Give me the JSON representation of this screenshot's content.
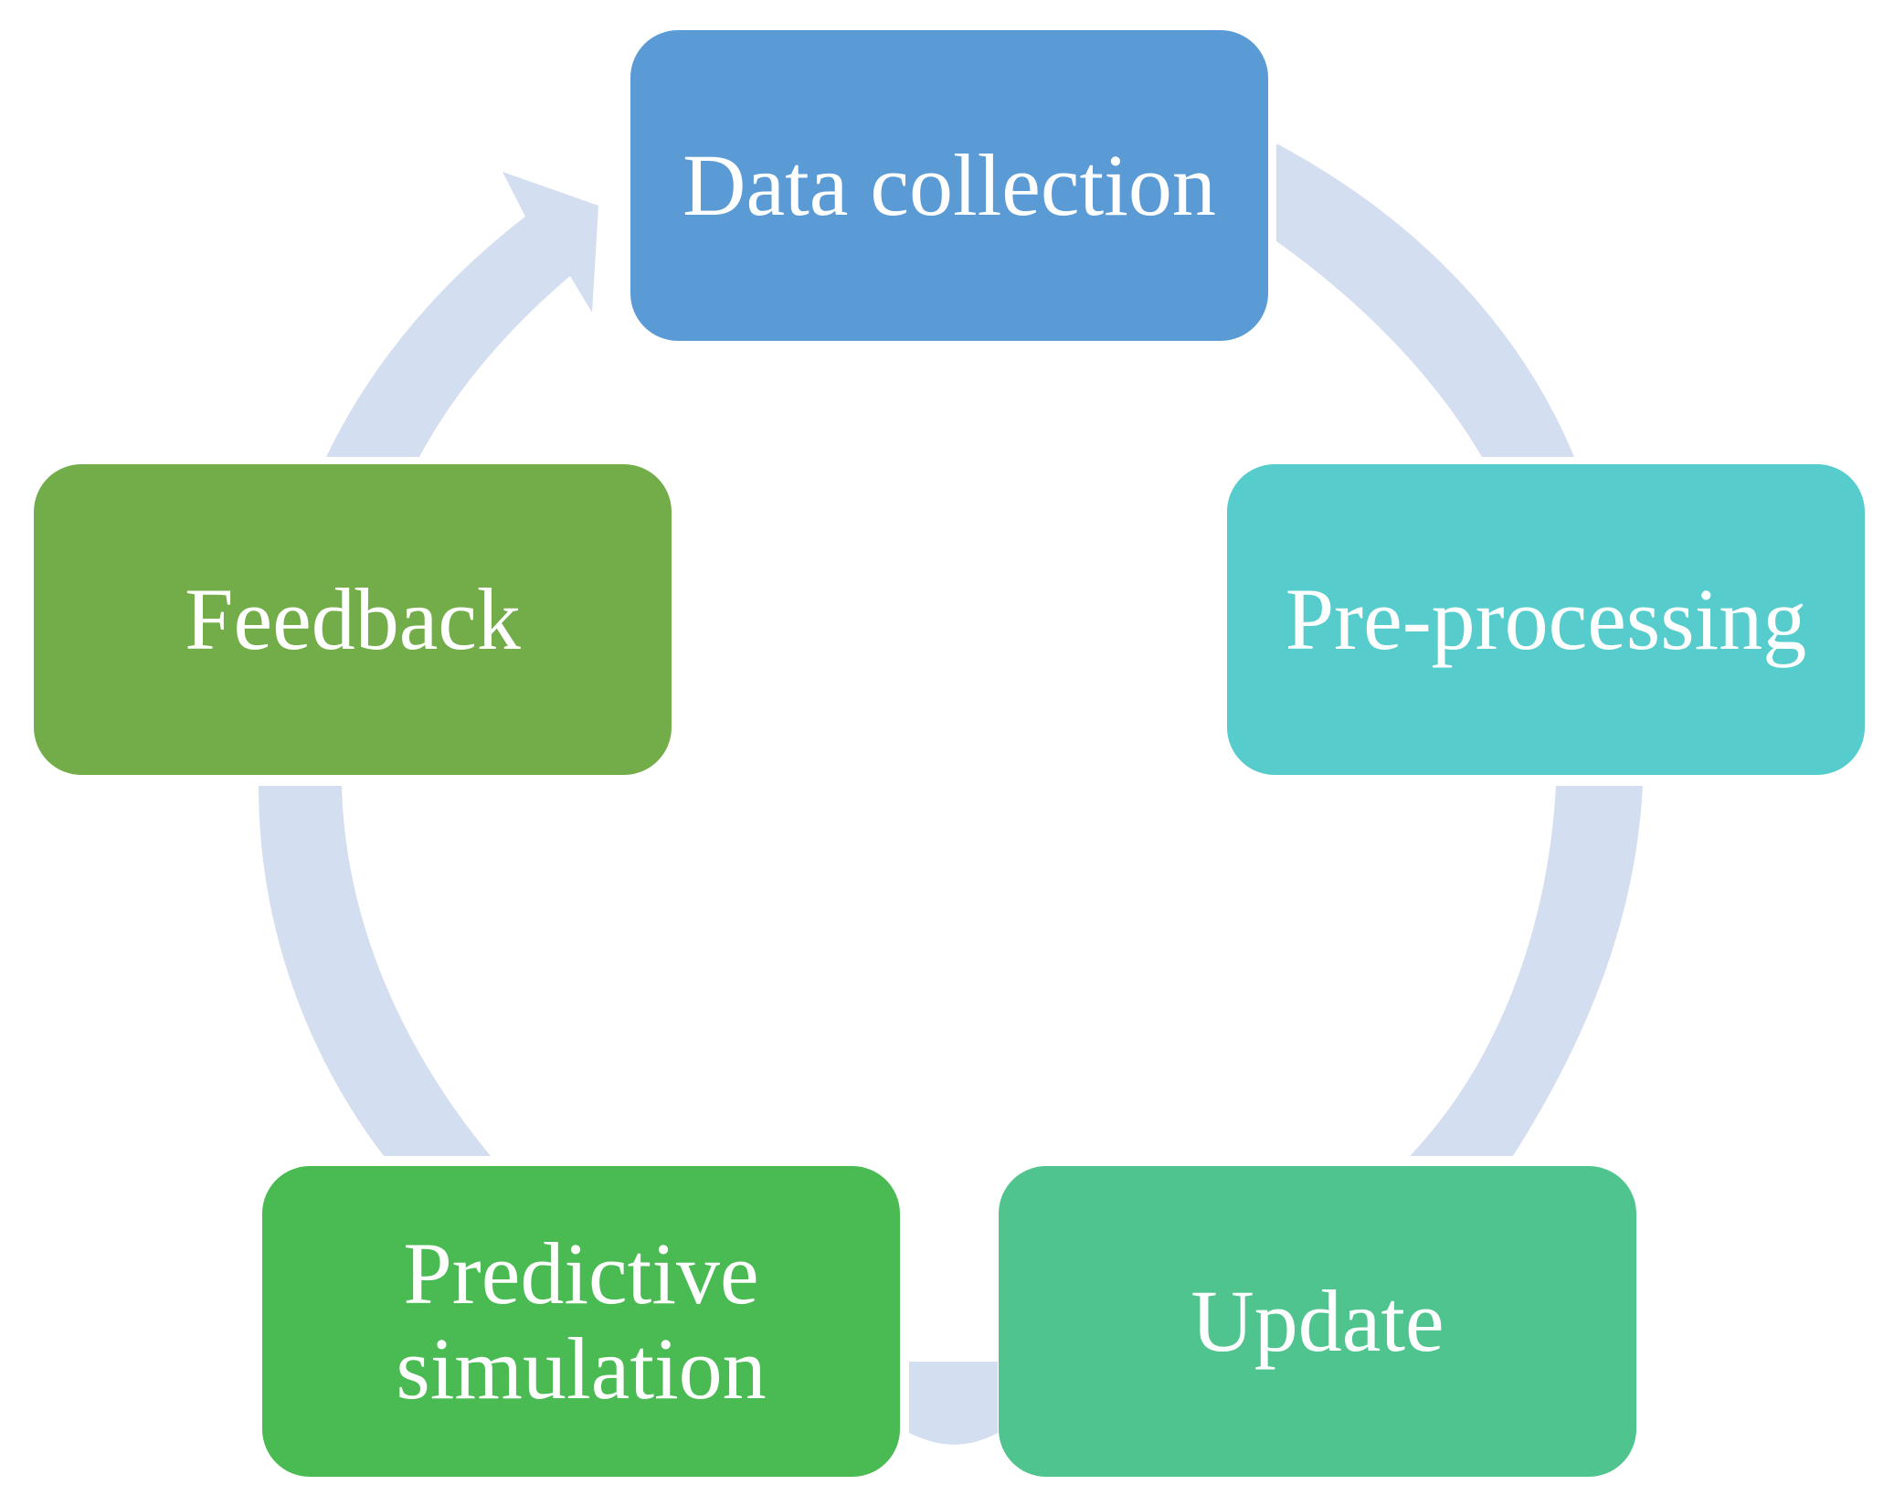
{
  "diagram": {
    "type": "cycle",
    "connector_color": "#d3def0",
    "nodes": [
      {
        "id": "data-collection",
        "lines": [
          "Data collection"
        ],
        "color": "#5b9bd5"
      },
      {
        "id": "pre-processing",
        "lines": [
          "Pre-processing"
        ],
        "color": "#56cccc"
      },
      {
        "id": "update",
        "lines": [
          "Update"
        ],
        "color": "#50c48f"
      },
      {
        "id": "predictive-simulation",
        "lines": [
          "Predictive",
          "simulation"
        ],
        "color": "#4aba52"
      },
      {
        "id": "feedback",
        "lines": [
          "Feedback"
        ],
        "color": "#72ad4a"
      }
    ],
    "edges": [
      {
        "from": "data-collection",
        "to": "pre-processing"
      },
      {
        "from": "pre-processing",
        "to": "update"
      },
      {
        "from": "update",
        "to": "predictive-simulation"
      },
      {
        "from": "predictive-simulation",
        "to": "feedback"
      },
      {
        "from": "feedback",
        "to": "data-collection",
        "arrowhead": true
      }
    ]
  }
}
